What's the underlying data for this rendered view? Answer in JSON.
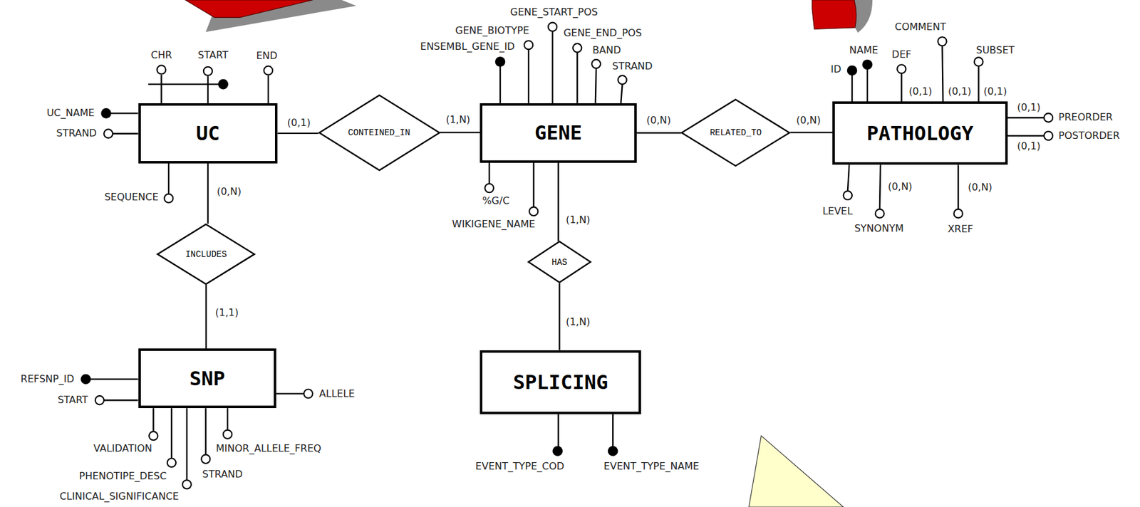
{
  "diagram": {
    "nodes": [
      {
        "text": [
          "UC"
        ]
      },
      {
        "text": [
          "CONTEINED_IN"
        ]
      },
      {
        "text": [
          "GENE"
        ]
      },
      {
        "text": [
          "RELATED_TO"
        ]
      },
      {
        "text": [
          "PATHOLOGY"
        ]
      },
      {
        "text": [
          "INCLUDES"
        ]
      },
      {
        "text": [
          "HAS"
        ]
      },
      {
        "text": [
          "SNP"
        ]
      },
      {
        "text": [
          "SPLICING"
        ]
      }
    ],
    "edges": [
      {
        "from": 0,
        "to": 1,
        "arrow": "none",
        "label": "(0,1)"
      },
      {
        "from": 1,
        "to": 2,
        "arrow": "none",
        "label": "(1,N)"
      },
      {
        "from": 2,
        "to": 3,
        "arrow": "none",
        "label": "(0,N)"
      },
      {
        "from": 3,
        "to": 4,
        "arrow": "none",
        "label": "(0,N)"
      },
      {
        "from": 0,
        "to": 5,
        "arrow": "none",
        "label": "(0,N)"
      },
      {
        "from": 5,
        "to": 7,
        "arrow": "none",
        "label": "(1,1)"
      },
      {
        "from": 2,
        "to": 6,
        "arrow": "none",
        "label": "(1,N)"
      },
      {
        "from": 6,
        "to": 8,
        "arrow": "none",
        "label": "(1,N)"
      }
    ],
    "labels": [
      "CHR",
      "START",
      "END",
      "UC_NAME",
      "STRAND",
      "SEQUENCE",
      "ENSEMBL_GENE_ID",
      "GENE_BIOTYPE",
      "GENE_START_POS",
      "GENE_END_POS",
      "BAND",
      "STRAND",
      "%G/C",
      "WIKIGENE_NAME",
      "ID",
      "NAME",
      "DEF",
      "COMMENT",
      "SUBSET",
      "(0,1)",
      "(0,1)",
      "(0,1)",
      "PREORDER",
      "(0,1)",
      "POSTORDER",
      "(0,1)",
      "LEVEL",
      "SYNONYM",
      "(0,N)",
      "XREF",
      "(0,N)",
      "REFSNP_ID",
      "START",
      "ALLELE",
      "VALIDATION",
      "PHENOTIPE_DESC",
      "CLINICAL_SIGNIFICANCE",
      "STRAND",
      "MINOR_ALLELE_FREQ",
      "EVENT_TYPE_COD",
      "EVENT_TYPE_NAME"
    ]
  }
}
